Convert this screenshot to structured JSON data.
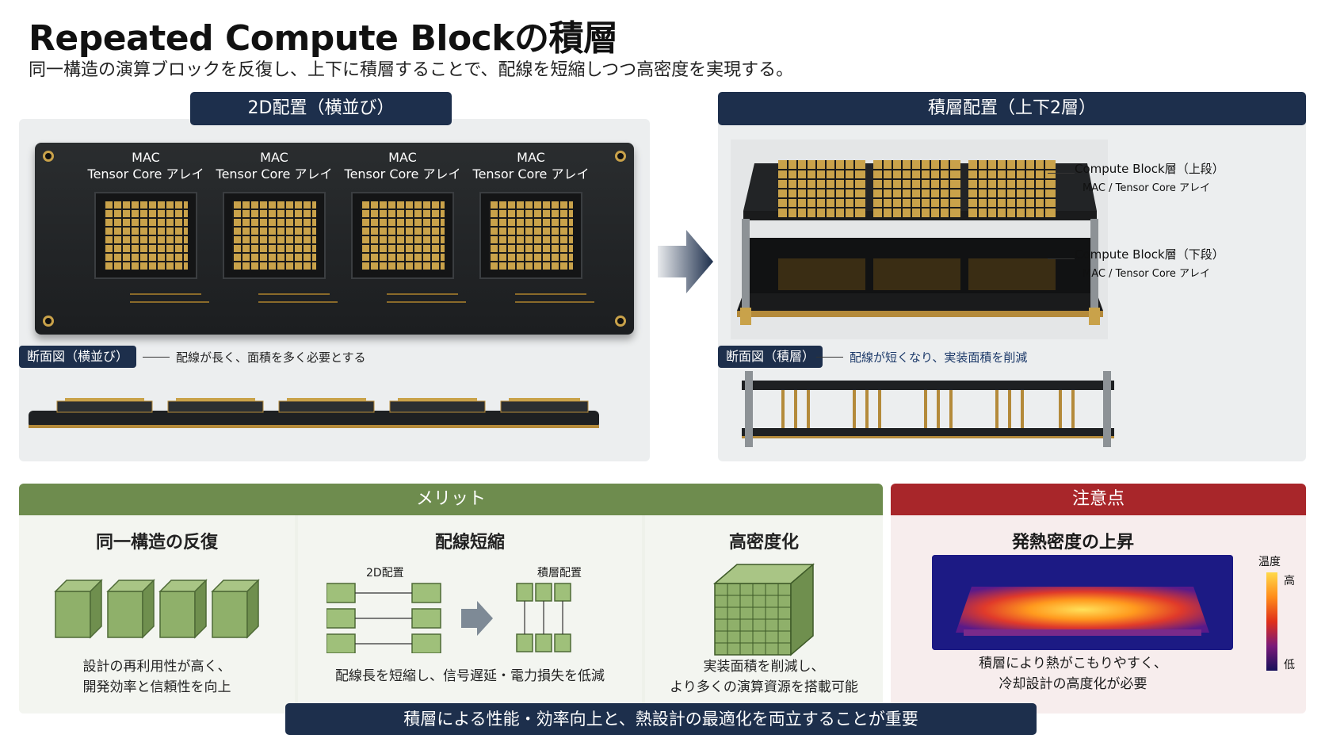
{
  "header": {
    "title": "Repeated Compute Blockの積層",
    "subtitle": "同一構造の演算ブロックを反復し、上下に積層することで、配線を短縮しつつ高密度を実現する。"
  },
  "left_panel": {
    "label": "2D配置（横並び）",
    "chip_labels": [
      {
        "line1": "MAC",
        "line2": "Tensor Core アレイ"
      },
      {
        "line1": "MAC",
        "line2": "Tensor Core アレイ"
      },
      {
        "line1": "MAC",
        "line2": "Tensor Core アレイ"
      },
      {
        "line1": "MAC",
        "line2": "Tensor Core アレイ"
      }
    ],
    "section_tag": "断面図（横並び）",
    "section_note": "配線が長く、面積を多く必要とする"
  },
  "right_panel": {
    "label": "積層配置（上下2層）",
    "upper_title": "Compute Block層（上段）",
    "upper_sub": "MAC / Tensor Core アレイ",
    "lower_title": "Compute Block層（下段）",
    "lower_sub": "MAC / Tensor Core アレイ",
    "section_tag": "断面図（積層）",
    "section_note": "配線が短くなり、実装面積を削減"
  },
  "merits": {
    "heading": "メリット",
    "cols": [
      {
        "title": "同一構造の反復",
        "line1": "設計の再利用性が高く、",
        "line2": "開発効率と信頼性を向上"
      },
      {
        "title": "配線短縮",
        "label_2d": "2D配置",
        "label_stack": "積層配置",
        "line1": "配線長を短縮し、信号遅延・電力損失を低減"
      },
      {
        "title": "高密度化",
        "line1": "実装面積を削減し、",
        "line2": "より多くの演算資源を搭載可能"
      }
    ]
  },
  "caution": {
    "heading": "注意点",
    "title": "発熱密度の上昇",
    "temp_label": "温度",
    "temp_high": "高",
    "temp_low": "低",
    "line1": "積層により熱がこもりやすく、",
    "line2": "冷却設計の高度化が必要"
  },
  "footer": {
    "text": "積層による性能・効率向上と、熱設計の最適化を両立することが重要"
  },
  "colors": {
    "navy": "#1d2f4c",
    "green": "#6e8c4e",
    "red": "#a8262a",
    "gold": "#c9a24a"
  }
}
